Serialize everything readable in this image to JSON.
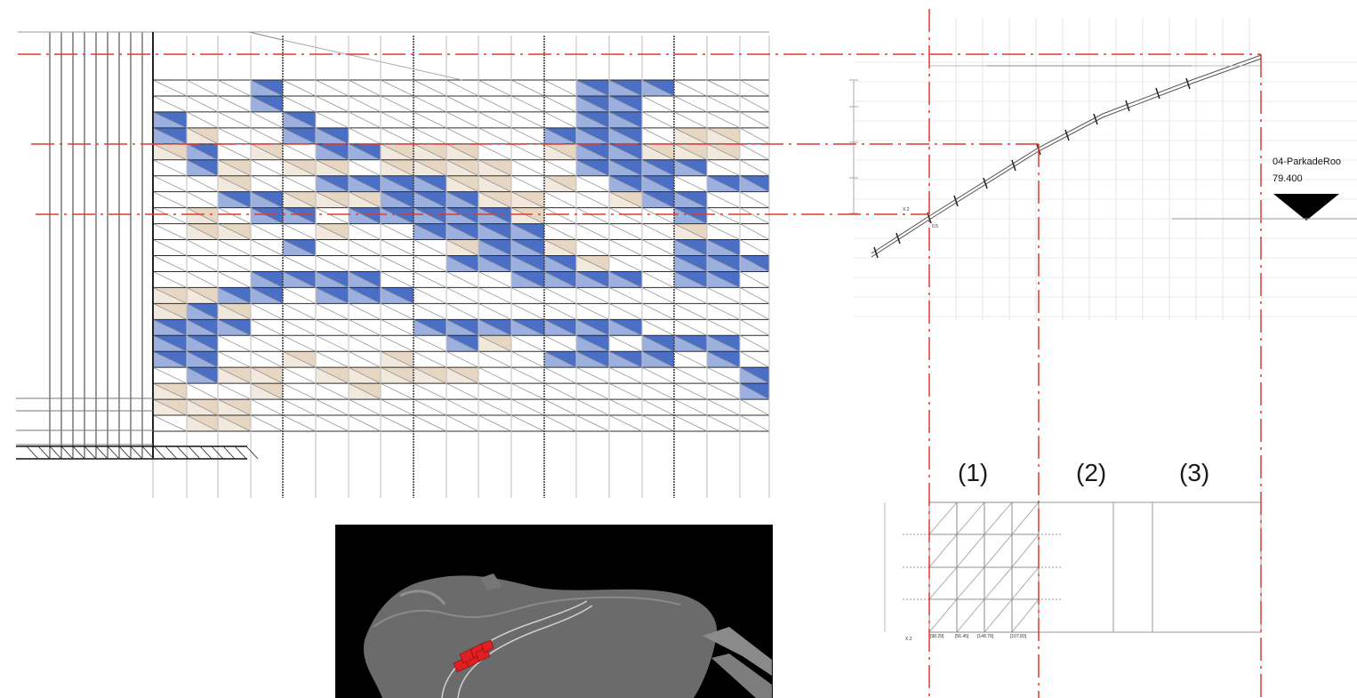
{
  "level_marker": {
    "name": "04-ParkadeRoo",
    "elevation": "79.400"
  },
  "zones": [
    "(1)",
    "(2)",
    "(3)"
  ],
  "section_dimensions": [
    "[98.29]",
    "[56.45]",
    "[148.79]",
    "[107.83]"
  ],
  "small_labels": {
    "axis_a": "X.2",
    "axis_b": "X.2",
    "slope": "0.5"
  },
  "colors": {
    "blue_panel": "#4a6fc4",
    "tan_panel": "#e6d6c2",
    "grid_line": "#2b2b2b",
    "light_line": "#bdbdbd",
    "red_axis": "#e03a2f",
    "render_bg": "#000000",
    "highlight": "#e02020"
  }
}
